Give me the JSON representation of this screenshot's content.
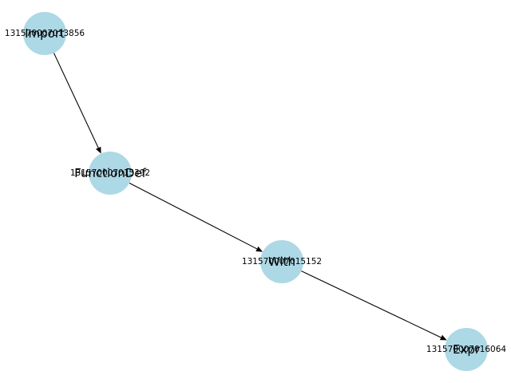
{
  "graph": {
    "node_color": "#add8e6",
    "edge_color": "#000000",
    "nodes": [
      {
        "id": "131570007013856",
        "type_label": "Import"
      },
      {
        "id": "131570007015392",
        "type_label": "FunctionDef"
      },
      {
        "id": "131570007015152",
        "type_label": "With"
      },
      {
        "id": "131570007016064",
        "type_label": "Expr"
      }
    ],
    "edges": [
      {
        "from": "131570007013856",
        "to": "131570007015392"
      },
      {
        "from": "131570007015392",
        "to": "131570007015152"
      },
      {
        "from": "131570007015152",
        "to": "131570007016064"
      }
    ]
  }
}
